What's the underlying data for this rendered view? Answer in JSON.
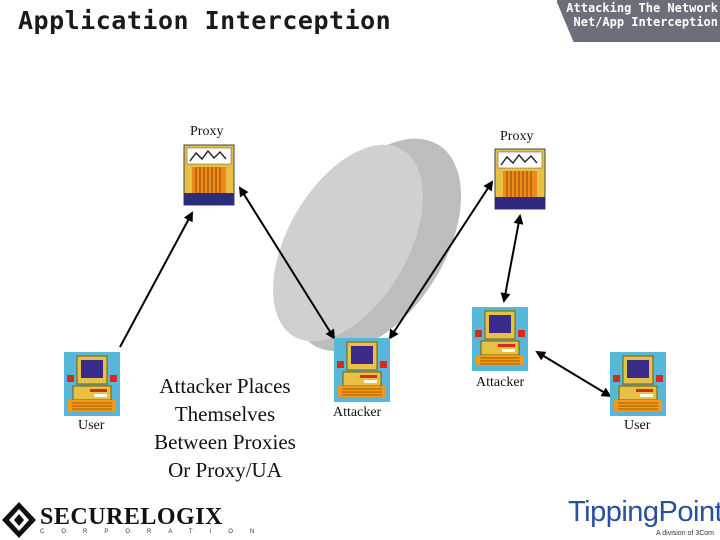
{
  "header": {
    "title": "Application Interception",
    "tab_line1": "Attacking The Network",
    "tab_line2": "Net/App Interception",
    "tab_color": "#6b6f7a"
  },
  "diagram": {
    "proxy_left_label": "Proxy",
    "proxy_right_label": "Proxy",
    "user_left_label": "User",
    "user_right_label": "User",
    "attacker_center_label": "Attacker",
    "attacker_right_label": "Attacker",
    "caption_lines": [
      "Attacker Places",
      "Themselves",
      "Between Proxies",
      "Or Proxy/UA"
    ],
    "cloud_color": "#c6c6c6"
  },
  "footer": {
    "left_logo_word": "SECURELOGIX",
    "left_logo_sub": "CORPORATION",
    "right_logo_word": "TippingPoint",
    "right_logo_sub": "A division of 3Com"
  }
}
